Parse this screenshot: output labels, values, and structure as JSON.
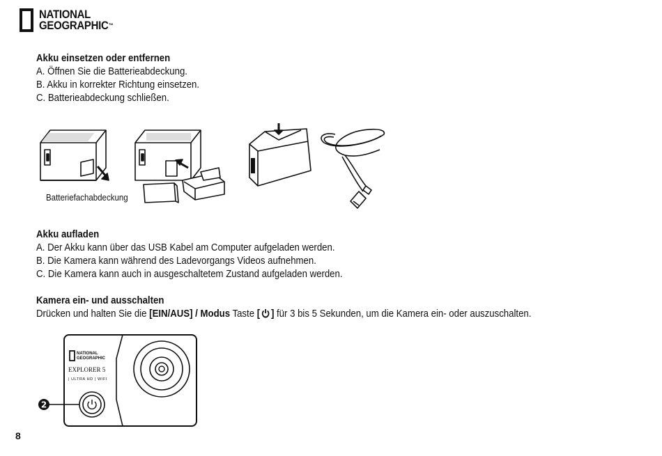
{
  "brand": {
    "line1": "NATIONAL",
    "line2": "GEOGRAPHIC",
    "tm": "™"
  },
  "section1": {
    "title": "Akku einsetzen oder entfernen",
    "items": [
      "A. Öffnen Sie die Batterieabdeckung.",
      "B. Akku in korrekter Richtung einsetzen.",
      "C. Batterieabdeckung schließen."
    ]
  },
  "illustration": {
    "caption": "Batteriefachabdeckung"
  },
  "section2": {
    "title": "Akku aufladen",
    "items": [
      "A. Der Akku kann über das USB Kabel am Computer aufgeladen werden.",
      "B. Die Kamera kann während des Ladevorgangs Videos aufnehmen.",
      "C. Die Kamera kann auch in ausgeschaltetem Zustand aufgeladen werden."
    ]
  },
  "section3": {
    "title": "Kamera ein- und ausschalten",
    "text_before": "Drücken und halten Sie die ",
    "bold_mode": "[EIN/AUS] / Modus",
    "text_mid": " Taste  ",
    "text_after": " für 3 bis 5 Sekunden, um die Kamera ein- oder auszuschalten."
  },
  "camera": {
    "brand_line1": "NATIONAL",
    "brand_line2": "GEOGRAPHIC",
    "model": "EXPLORER 5",
    "features": "| ULTRA HD  | WIFI",
    "callout_number": "2"
  },
  "page_number": "8"
}
